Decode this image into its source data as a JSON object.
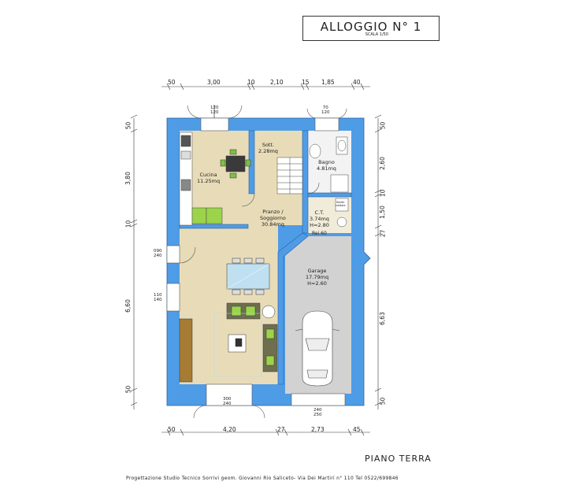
{
  "title": {
    "main": "ALLOGGIO N° 1",
    "scale": "SCALA 1/50"
  },
  "dims_top": [
    "50",
    "3,00",
    "10",
    "2,10",
    "15",
    "1,85",
    "40"
  ],
  "dims_bottom": [
    "50",
    "4,20",
    "27",
    "2,73",
    "45"
  ],
  "dims_left": [
    "50",
    "3,80",
    "10",
    "6,60",
    "50"
  ],
  "dims_right": [
    "50",
    "2,60",
    "10",
    "1,50",
    "27",
    "6,63",
    "50"
  ],
  "openings": {
    "top_left": "120\n120",
    "top_right": "70\n120",
    "left_upper": "090\n240",
    "left_lower": "110\n140",
    "bottom_left": "300\n240",
    "bottom_right": "240\n250"
  },
  "rooms": {
    "cucina": "Cucina\n11.25mq",
    "sott": "Sott.\n2.28mq",
    "bagno": "Bagno\n4.81mq",
    "pranzo": "Pranzo /\nSoggiorno\n30.84mq",
    "ct": "C.T.\n3.74mq\nH=2.80",
    "rei": "Rei 60",
    "garage": "Garage\n17.79mq\nH=2.60",
    "caldaia": "Boiler\ncaldaia"
  },
  "footer": {
    "floor": "PIANO TERRA",
    "credit": "Progettazione Studio Tecnico Sorrivi geom. Giovanni Rio Saliceto- Via Dei Martiri n° 110 Tel 0522/699846"
  },
  "colors": {
    "wall": "#4f9ce6",
    "floor": "#e8dcb8",
    "garage": "#d2d2d2",
    "ink": "#333333"
  }
}
